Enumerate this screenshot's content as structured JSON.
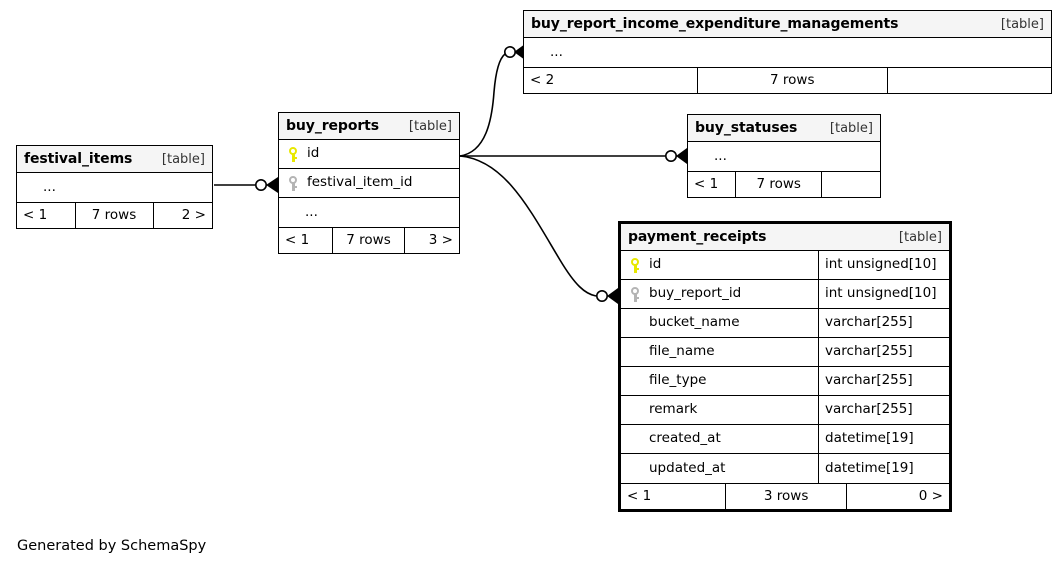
{
  "diagram": {
    "credit": "Generated by SchemaSpy",
    "table_tag": "[table]",
    "ellipsis": "...",
    "colors": {
      "primary_key": "#e8e800",
      "foreign_key": "#b4b4b4",
      "header_background": "#f5f5f5",
      "border": "#000000",
      "background": "#ffffff"
    }
  },
  "tables": {
    "festival_items": {
      "name": "festival_items",
      "tag": "[table]",
      "columns": [
        {
          "icon": "none",
          "name": "...",
          "type": ""
        }
      ],
      "footer": {
        "left": "< 1",
        "center": "7 rows",
        "right": "2 >"
      }
    },
    "buy_reports": {
      "name": "buy_reports",
      "tag": "[table]",
      "columns": [
        {
          "icon": "primary-key-icon",
          "name": "id",
          "type": ""
        },
        {
          "icon": "foreign-key-icon",
          "name": "festival_item_id",
          "type": ""
        },
        {
          "icon": "none",
          "name": "...",
          "type": ""
        }
      ],
      "footer": {
        "left": "< 1",
        "center": "7 rows",
        "right": "3 >"
      }
    },
    "buy_report_income_expenditure_managements": {
      "name": "buy_report_income_expenditure_managements",
      "tag": "[table]",
      "columns": [
        {
          "icon": "none",
          "name": "...",
          "type": ""
        }
      ],
      "footer": {
        "left": "< 2",
        "center": "7 rows",
        "right": ""
      }
    },
    "buy_statuses": {
      "name": "buy_statuses",
      "tag": "[table]",
      "columns": [
        {
          "icon": "none",
          "name": "...",
          "type": ""
        }
      ],
      "footer": {
        "left": "< 1",
        "center": "7 rows",
        "right": ""
      }
    },
    "payment_receipts": {
      "name": "payment_receipts",
      "tag": "[table]",
      "focal": true,
      "columns": [
        {
          "icon": "primary-key-icon",
          "name": "id",
          "type": "int unsigned[10]"
        },
        {
          "icon": "foreign-key-icon",
          "name": "buy_report_id",
          "type": "int unsigned[10]"
        },
        {
          "icon": "none",
          "name": "bucket_name",
          "type": "varchar[255]"
        },
        {
          "icon": "none",
          "name": "file_name",
          "type": "varchar[255]"
        },
        {
          "icon": "none",
          "name": "file_type",
          "type": "varchar[255]"
        },
        {
          "icon": "none",
          "name": "remark",
          "type": "varchar[255]"
        },
        {
          "icon": "none",
          "name": "created_at",
          "type": "datetime[19]"
        },
        {
          "icon": "none",
          "name": "updated_at",
          "type": "datetime[19]"
        }
      ],
      "footer": {
        "left": "< 1",
        "center": "3 rows",
        "right": "0 >"
      }
    }
  },
  "relationships": [
    {
      "from": "festival_items",
      "to": "buy_reports",
      "to_column": "festival_item_id"
    },
    {
      "from": "buy_reports",
      "to": "buy_report_income_expenditure_managements",
      "to_column": "..."
    },
    {
      "from": "buy_reports",
      "to": "buy_statuses",
      "to_column": "..."
    },
    {
      "from": "buy_reports",
      "to": "payment_receipts",
      "to_column": "buy_report_id"
    }
  ]
}
